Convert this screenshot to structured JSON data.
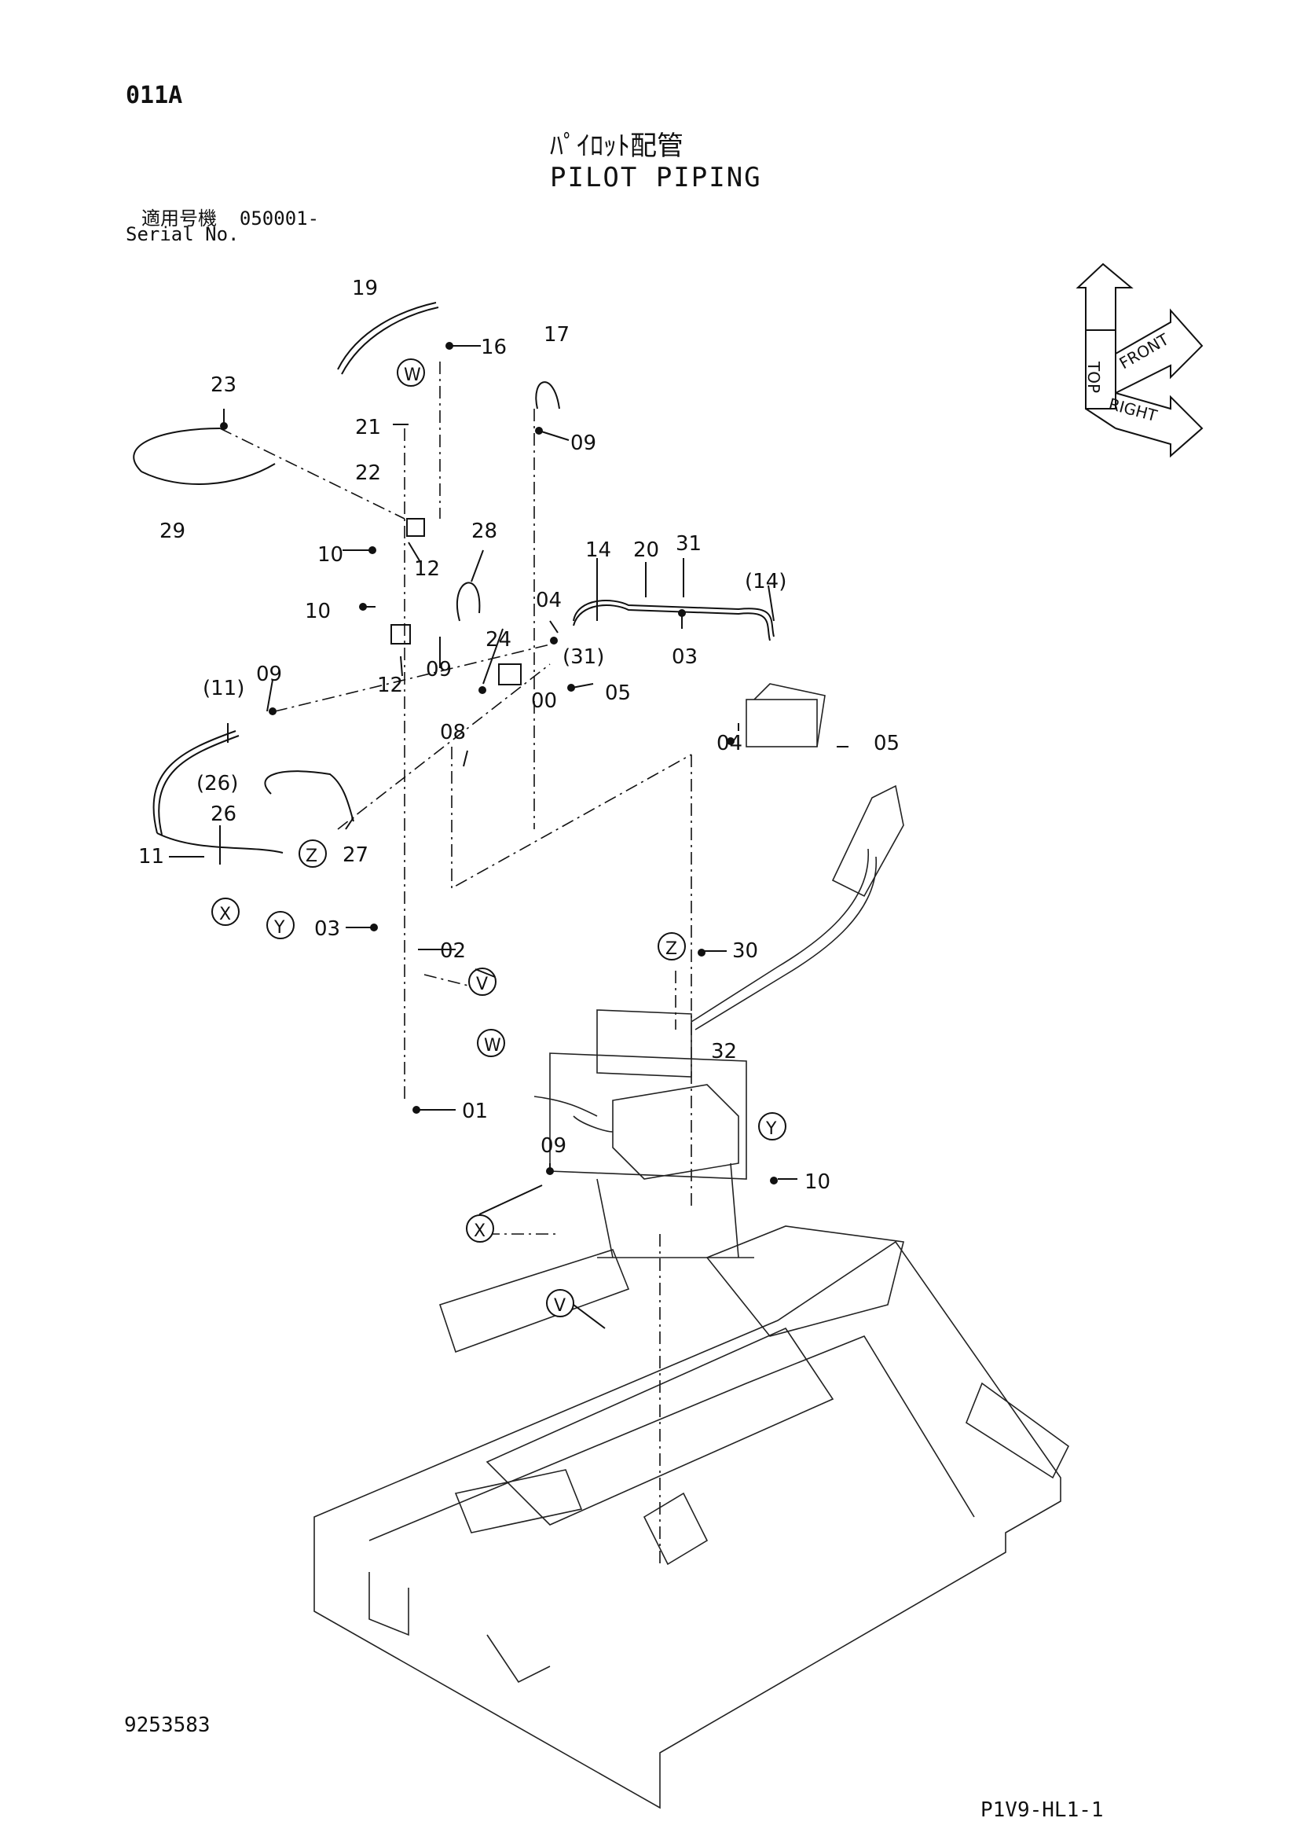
{
  "header": {
    "page_code": "011A",
    "title_jp": "ﾊﾟｲﾛｯﾄ配管",
    "title_en": "PILOT PIPING",
    "serial_label_jp": "適用号機",
    "serial_value": "050001-",
    "serial_label_en": "Serial No."
  },
  "orientation_indicator": {
    "labels": [
      "TOP",
      "FRONT",
      "RIGHT"
    ]
  },
  "callouts": [
    "19",
    "16",
    "W",
    "17",
    "09",
    "23",
    "21",
    "22",
    "29",
    "10",
    "12",
    "28",
    "14",
    "20",
    "31",
    "(14)",
    "10",
    "04",
    "(31)",
    "03",
    "12",
    "09",
    "24",
    "05",
    "00",
    "(11)",
    "09",
    "08",
    "04",
    "05",
    "(26)",
    "26",
    "Z",
    "27",
    "11",
    "X",
    "Y",
    "03",
    "02",
    "V",
    "Z",
    "30",
    "W",
    "32",
    "01",
    "09",
    "Y",
    "10",
    "X",
    "V"
  ],
  "footer": {
    "drawing_number": "9253583",
    "sheet_code": "P1V9-HL1-1"
  }
}
